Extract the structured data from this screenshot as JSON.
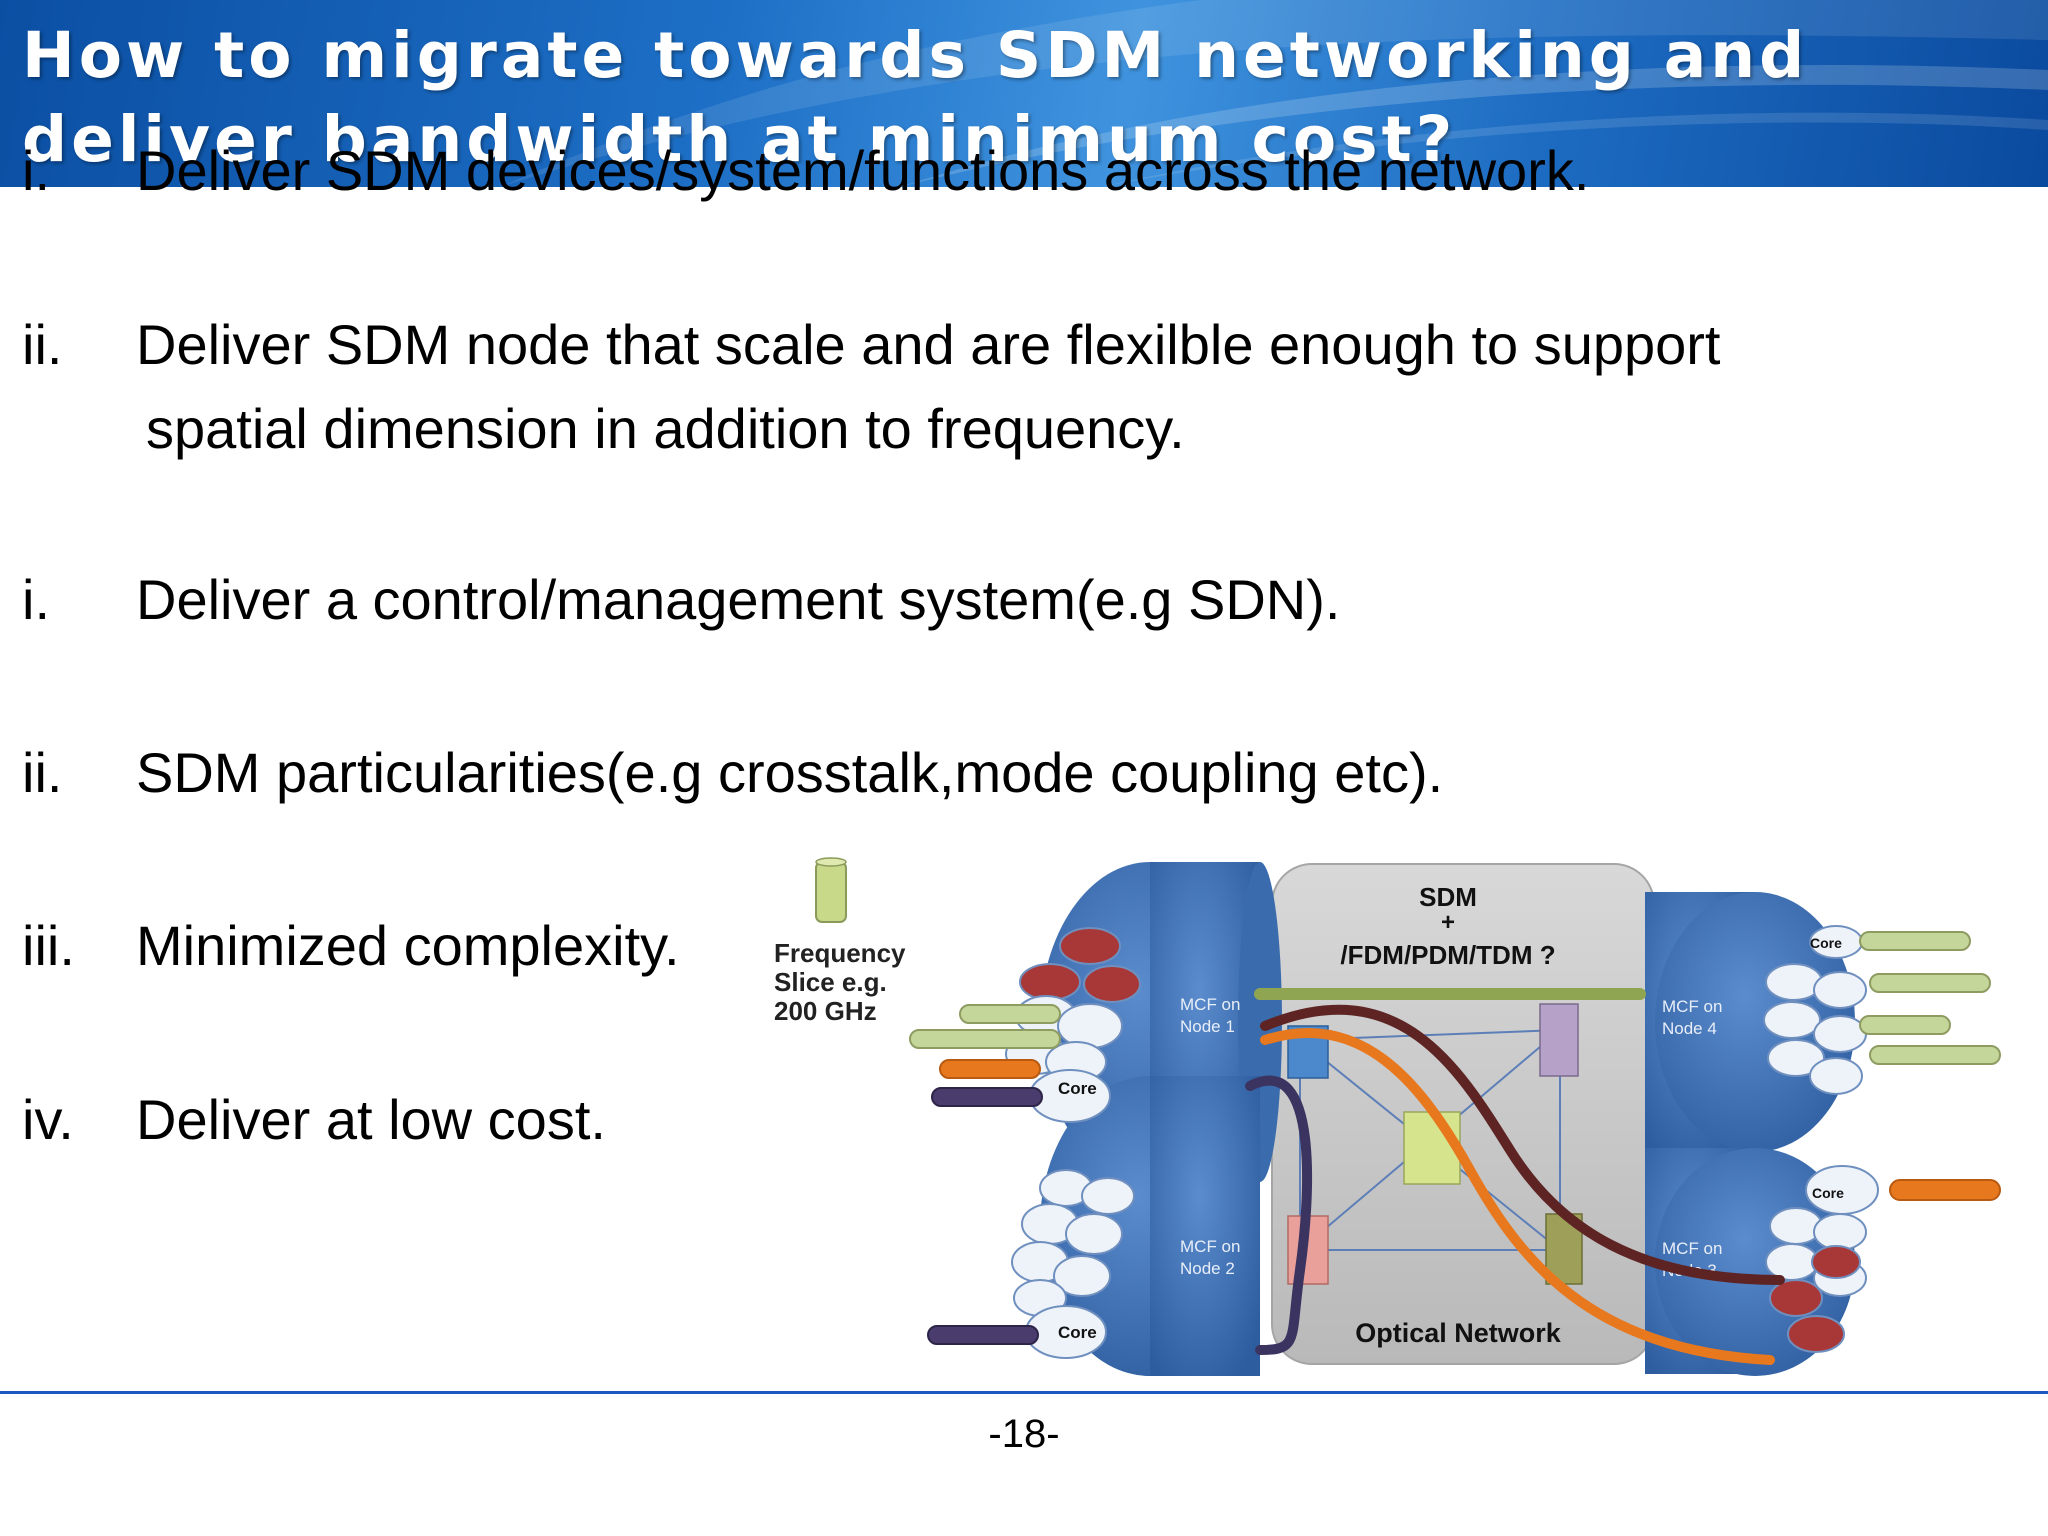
{
  "slide": {
    "title": "How to migrate towards SDM networking and deliver bandwidth at minimum cost?",
    "items": [
      {
        "num": "i.",
        "text": "Deliver SDM devices/system/functions across the network."
      },
      {
        "num": "ii.",
        "text": "Deliver SDM node that scale and are flexilble enough to support",
        "text_line2": "spatial dimension in addition to frequency."
      },
      {
        "num": "i.",
        "text": "Deliver a control/management system(e.g SDN)."
      },
      {
        "num": "ii.",
        "text": "SDM particularities(e.g crosstalk,mode coupling etc)."
      },
      {
        "num": "iii.",
        "text": "Minimized complexity."
      },
      {
        "num": "iv.",
        "text": "Deliver at low cost."
      }
    ],
    "page_number": "-18-"
  },
  "diagram": {
    "frequency_label": [
      "Frequency",
      "Slice e.g.",
      "200 GHz"
    ],
    "sdm_label": [
      "SDM",
      "+",
      "/FDM/PDM/TDM ?"
    ],
    "node1_label": [
      "MCF on",
      "Node 1"
    ],
    "node2_label": [
      "MCF on",
      "Node 2"
    ],
    "node3_label": [
      "MCF on",
      "Node 3"
    ],
    "node4_label": [
      "MCF on",
      "Node 4"
    ],
    "core_label_1": "Core",
    "core_label_2": "Core",
    "core_label_3": "Core",
    "core_label_4": "Core",
    "network_label": "Optical Network",
    "colors": {
      "fiber_blue": "#3f6fb5",
      "green_band": "#8fa552",
      "orange_path": "#e8781e",
      "maroon_path": "#5e2424",
      "purple_path": "#3b3460",
      "network_gray": "#c8c8c8"
    }
  }
}
